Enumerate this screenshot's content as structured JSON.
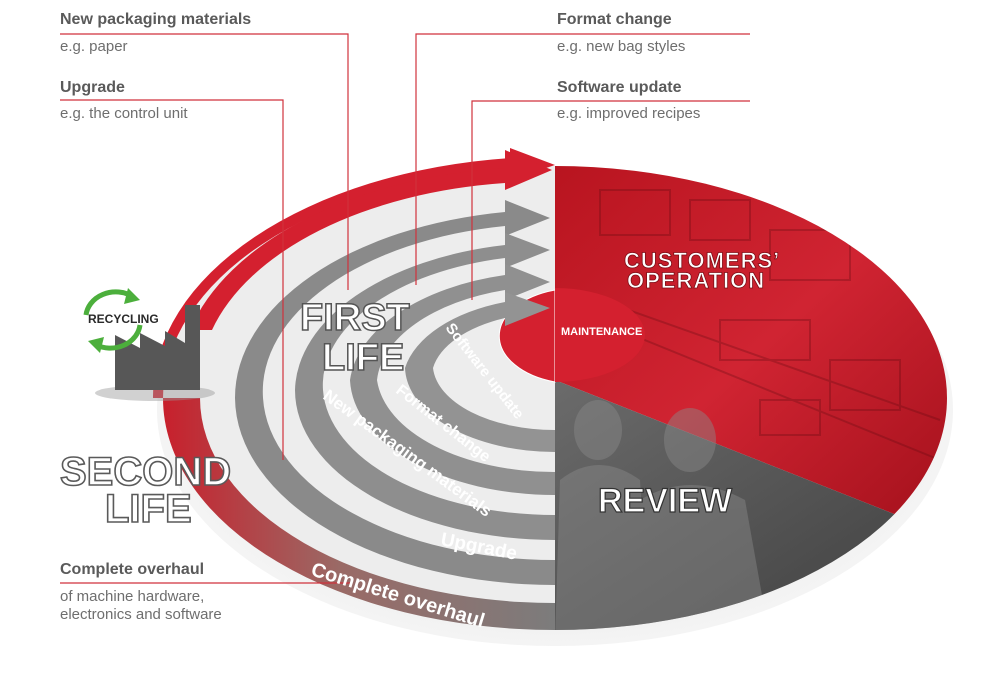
{
  "callouts": {
    "new_packaging": {
      "title": "New packaging materials",
      "sub": "e.g. paper"
    },
    "upgrade": {
      "title": "Upgrade",
      "sub": "e.g. the control unit"
    },
    "format_change": {
      "title": "Format change",
      "sub": "e.g. new bag styles"
    },
    "software_update": {
      "title": "Software update",
      "sub": "e.g. improved recipes"
    },
    "complete_overhaul": {
      "title": "Complete overhaul",
      "sub_line1": "of machine hardware,",
      "sub_line2": "electronics and software"
    }
  },
  "rings": {
    "software_update": "Software update",
    "format_change": "Format change",
    "new_packaging": "New packaging materials",
    "upgrade": "Upgrade",
    "complete_overhaul": "Complete overhaul"
  },
  "labels": {
    "first_life_1": "FIRST",
    "first_life_2": "LIFE",
    "second_life_1": "SECOND",
    "second_life_2": "LIFE",
    "customers_1": "CUSTOMERS’",
    "customers_2": "OPERATION",
    "maintenance": "MAINTENANCE",
    "review": "REVIEW",
    "recycling": "RECYCLING"
  },
  "colors": {
    "red": "#d4202f",
    "dark_red": "#a8141f",
    "gray": "#7a7a7a",
    "dark_gray": "#4b4b4b",
    "light_gray": "#e6e6e6",
    "line_red": "#d0323c",
    "recycle_green": "#4caf3c"
  },
  "icons": {
    "factory": "factory-icon",
    "recycle": "recycle-arrows-icon"
  }
}
